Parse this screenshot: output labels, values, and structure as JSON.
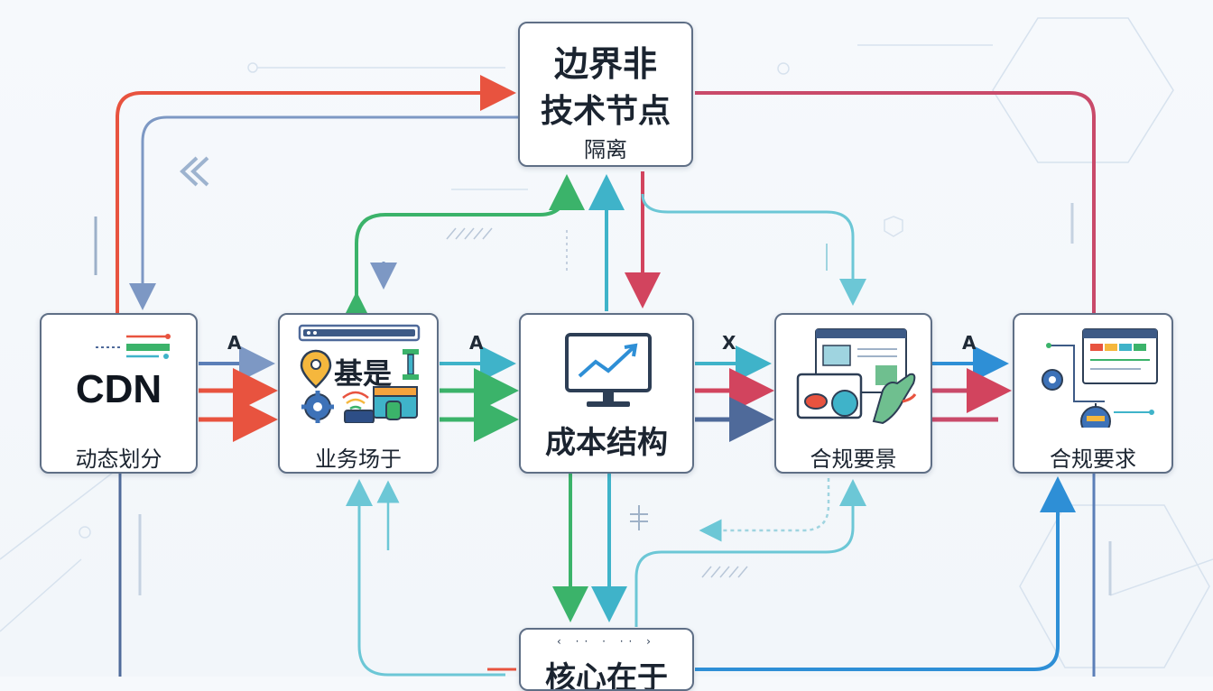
{
  "nodes": {
    "top": {
      "line1": "边界非",
      "line2": "技术节点",
      "line3": "隔离"
    },
    "cdn": {
      "title": "CDN",
      "subtitle": "动态划分"
    },
    "business": {
      "inline_text": "基是",
      "label": "业务场于"
    },
    "cost": {
      "label": "成本结构"
    },
    "compliance_scene": {
      "label": "合规要景"
    },
    "compliance_req": {
      "label": "合规要求"
    },
    "core": {
      "label": "核心在于"
    }
  },
  "edge_labels": {
    "cdn_to_business": "A",
    "business_to_cost": "A",
    "cost_to_scene": "X",
    "scene_to_req": "A"
  },
  "colors": {
    "red": "#e8533f",
    "blue_steel": "#5b7fb8",
    "teal": "#3fb3c9",
    "green": "#3bb36a",
    "crimson": "#d2445e",
    "navy": "#4f6a9a",
    "pink": "#c94a6a",
    "sky": "#2e8fd6",
    "node_border": "#5f6f86"
  },
  "icons": [
    "monitor-chart-icon",
    "location-pin-icon",
    "gear-icon",
    "wifi-icon",
    "browser-window-icon",
    "robot-icon",
    "hand-icon"
  ]
}
